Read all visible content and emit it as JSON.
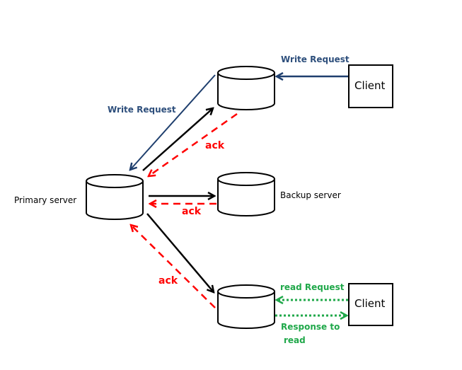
{
  "nodes": {
    "primary": {
      "label": "Primary  server"
    },
    "backup": {
      "label": "Backup server"
    },
    "client_top": {
      "label": "Client"
    },
    "client_bottom": {
      "label": "Client"
    }
  },
  "edges": {
    "write_request_client": {
      "label": "Write Request"
    },
    "write_request_primary": {
      "label": "Write Request"
    },
    "ack_top": {
      "label": "ack"
    },
    "ack_middle": {
      "label": "ack"
    },
    "ack_bottom": {
      "label": "ack"
    },
    "read_request": {
      "label": "read Request"
    },
    "read_response_line1": {
      "label": "Response to"
    },
    "read_response_line2": {
      "label": "read"
    }
  },
  "colors": {
    "write": "#1f3f6e",
    "replicate": "#000000",
    "ack": "#ff0000",
    "read": "#20a84a"
  }
}
